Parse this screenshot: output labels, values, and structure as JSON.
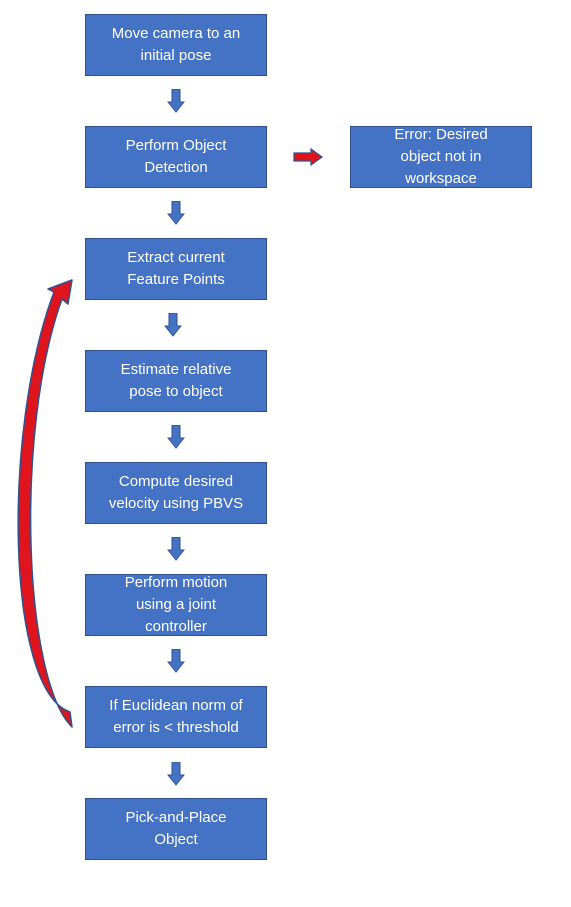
{
  "diagram": {
    "steps": [
      "Move camera to an\ninitial pose",
      "Perform Object\nDetection",
      "Extract current\nFeature Points",
      "Estimate relative\npose to object",
      "Compute desired\nvelocity using PBVS",
      "Perform motion\nusing a joint\ncontroller",
      "If Euclidean norm of\nerror is < threshold",
      "Pick-and-Place\nObject"
    ],
    "error_box": "Error: Desired\nobject not in\nworkspace"
  },
  "colors": {
    "box_fill": "#4472C4",
    "box_border": "#2F528F",
    "arrow_blue": "#4472C4",
    "arrow_red": "#E0141C"
  }
}
